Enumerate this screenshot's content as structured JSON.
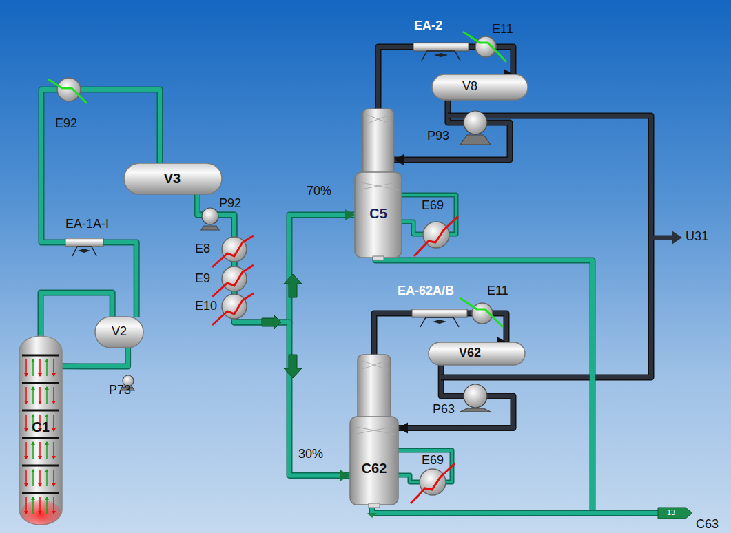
{
  "diagram": {
    "nodes": [
      {
        "text": [
          "C1"
        ]
      },
      {
        "text": [
          "V2"
        ]
      },
      {
        "text": [
          "V3"
        ]
      },
      {
        "text": [
          "C5"
        ]
      },
      {
        "text": [
          "C62"
        ]
      },
      {
        "text": [
          "V8"
        ]
      },
      {
        "text": [
          "V62"
        ]
      }
    ],
    "edges": [
      {
        "from": 0,
        "to": 1,
        "arrow": "none"
      },
      {
        "from": 1,
        "to": 2,
        "arrow": "none"
      },
      {
        "from": 1,
        "to": 0,
        "arrow": "none"
      },
      {
        "from": 2,
        "to": 3,
        "label": "70%",
        "arrow": "to"
      },
      {
        "from": 2,
        "to": 4,
        "label": "30%",
        "arrow": "to"
      },
      {
        "from": 3,
        "to": 5,
        "arrow": "to"
      },
      {
        "from": 5,
        "to": 3,
        "arrow": "to"
      },
      {
        "from": 4,
        "to": 6,
        "arrow": "to"
      },
      {
        "from": 6,
        "to": 4,
        "arrow": "to"
      }
    ],
    "labels": [
      "E92",
      "EA-1A-I",
      "P92",
      "E8",
      "E9",
      "E10",
      "P73",
      "EA-2",
      "E11",
      "P93",
      "E69",
      "U31",
      "EA-62A/B",
      "E11",
      "P63",
      "E69",
      "C63",
      "13"
    ]
  }
}
